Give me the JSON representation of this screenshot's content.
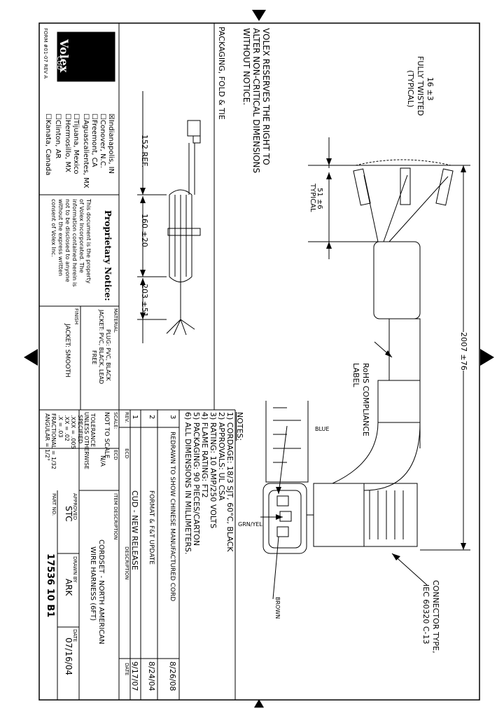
{
  "company": {
    "logo_text": "Volex",
    "logo_sub": "CUD",
    "form_no": "FORM #01-07 REV A"
  },
  "locations": [
    {
      "label": "Indianapolis, IN",
      "checked": true
    },
    {
      "label": "Conover, N.C.",
      "checked": false
    },
    {
      "label": "Freemont, CA",
      "checked": false
    },
    {
      "label": "Aguascalientes, MX",
      "checked": false
    },
    {
      "label": "Tijuana, Mexico",
      "checked": false
    },
    {
      "label": "Hermosillo, MX",
      "checked": false
    },
    {
      "label": "Clinton, AR",
      "checked": false
    },
    {
      "label": "Kanata, Canada",
      "checked": false
    }
  ],
  "proprietary": {
    "title": "Proprietary Notice:",
    "lines": [
      "This document is the property",
      "of Volex Incorporated. The",
      "information contained herein is",
      "not to be disclosed to anyone",
      "without the express written",
      "consent of Volex Inc."
    ]
  },
  "material": {
    "label": "MATERIAL",
    "lines": [
      "PLUG: PVC, BLACK",
      "JACKET: PVC, BLACK, LEAD",
      "FREE"
    ]
  },
  "finish": {
    "label": "FINISH",
    "value": "JACKET: SMOOTH"
  },
  "packaging": {
    "title": "PACKAGING, FOLD & TIE",
    "dim_152": "152 REF.",
    "dim_160": "160 ±20",
    "dim_203": "203 ±51"
  },
  "reserve_note": [
    "VOLEX RESERVES THE RIGHT TO",
    "ALTER NON-CRITICAL DIMENSIONS",
    "WITHOUT NOTICE."
  ],
  "drawing": {
    "twist_dim": [
      "16 ±3",
      "FULLY TWISTED",
      "(TYPICAL)"
    ],
    "strip_dim": [
      "51 ±6",
      "TYPICAL"
    ],
    "overall_dim": "2007 ±76",
    "rohs_label": [
      "RoHS COMPLIANCE",
      "LABEL"
    ],
    "connector_label": [
      "CONNECTOR TYPE,",
      "IEC 60320 C-13"
    ],
    "wire_blue": "BLUE",
    "wire_grnyel": "GRN/YEL",
    "wire_brown": "BROWN"
  },
  "notes": {
    "title": "NOTES:",
    "items": [
      "1) CORDAGE: 18/3 SJT, 60°C, BLACK",
      "2) APPROVALS: UL CSA",
      "3) RATING: 10 AMP/250 VOLTS",
      "4) FLAME RATING: FT2",
      "5) PACKAGING: 90 PIECES/CARTON",
      "6) ALL DIMENSIONS IN MILLIMETERS."
    ]
  },
  "revisions": {
    "header": {
      "rev": "REV.",
      "ecd": "ECD",
      "description": "DESCRIPTION",
      "date": "DATE"
    },
    "rows": [
      {
        "rev": "3",
        "description": "REDRAWN TO SHOW CHINESE MANUFACTURED CORD",
        "date": "8/26/08"
      },
      {
        "rev": "2",
        "description": "FORMAT & F&T UPDATE",
        "date": "8/24/04"
      },
      {
        "rev": "1",
        "description": "CUD - NEW RELEASE",
        "date": "9/17/07"
      }
    ]
  },
  "title_block": {
    "scale_label": "SCALE:",
    "scale_value": "NOT TO SCALE",
    "ecd_label": "ECD",
    "ecd_value": "N/A",
    "item_desc_label": "ITEM DESCRIPTION",
    "item_desc": [
      "CORDSET - NORTH AMERICAN",
      "WIRE HARNESS (6FT)"
    ],
    "tolerance": [
      "TOLERANCE",
      "UNLESS OTHERWISE",
      "SPECIFIED",
      ".XXX = .005",
      ".XX = .02",
      ".X = .03",
      "FRACTIONAL = 1/32",
      "ANGULAR = 1/2°"
    ],
    "approved_label": "APPROVED",
    "approved_value": "STC",
    "drawn_label": "DRAWN BY",
    "drawn_value": "ARK",
    "date_label": "DATE",
    "date_value": "07/16/04",
    "part_label": "PART NO.",
    "part_value": "17536 10 B1"
  }
}
